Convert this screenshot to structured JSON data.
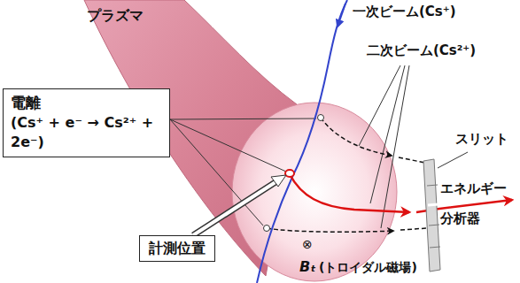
{
  "diagram": {
    "nodes": [
      {
        "text": [
          "電離",
          "(Cs⁺ + e⁻ → Cs²⁺ + 2e⁻)"
        ]
      },
      {
        "text": [
          "計測位置"
        ]
      }
    ],
    "labels": [
      "プラズマ",
      "一次ビーム(Cs⁺)",
      "二次ビーム(Cs²⁺)",
      "スリット",
      "エネルギー 分析器",
      "⊗",
      "Bₜ",
      "(トロイダル磁場)"
    ]
  }
}
